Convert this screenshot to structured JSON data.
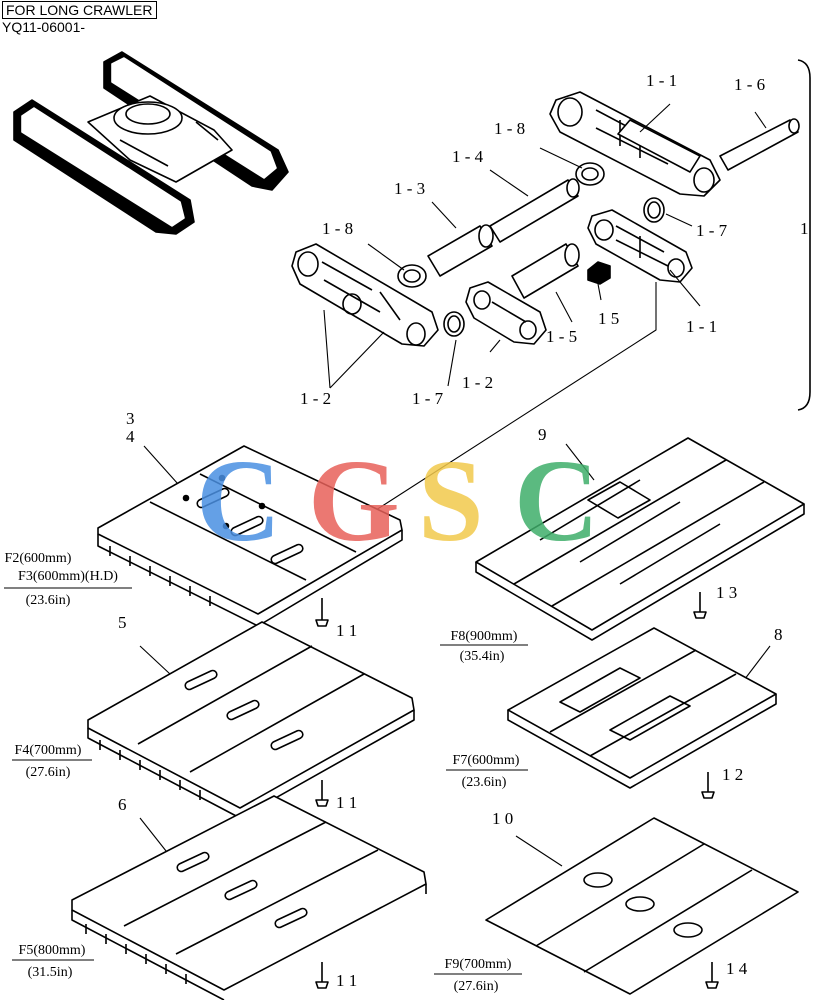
{
  "header": {
    "title": "FOR LONG CRAWLER",
    "code": "YQ11-06001-"
  },
  "watermark": {
    "letters": [
      "C",
      "G",
      "S",
      "C"
    ],
    "colors": [
      "#4a90e2",
      "#e8615a",
      "#f2c94c",
      "#3fae6a"
    ]
  },
  "callouts": {
    "c1_1_top": "1 - 1",
    "c1_6": "1 - 6",
    "c1_8_top": "1 - 8",
    "c1_4": "1 - 4",
    "c1_3": "1 - 3",
    "c1_8_left": "1 - 8",
    "c1_7_right": "1 - 7",
    "c1_group": "1",
    "c15": "1 5",
    "c1_1_bottom": "1 - 1",
    "c1_5": "1 - 5",
    "c1_2_mid": "1 - 2",
    "c1_2_left": "1 - 2",
    "c1_7_mid": "1 - 7",
    "c3": "3",
    "c4": "4",
    "c9": "9",
    "c5": "5",
    "c8": "8",
    "c6": "6",
    "c10": "1 0",
    "c11a": "1 1",
    "c11b": "1 1",
    "c11c": "1 1",
    "c12": "1 2",
    "c13": "1 3",
    "c14": "1 4"
  },
  "shoes": {
    "f2": "F2(600mm)",
    "f3": "F3(600mm)(H.D)",
    "f3_in": "(23.6in)",
    "f4": "F4(700mm)",
    "f4_in": "(27.6in)",
    "f5": "F5(800mm)",
    "f5_in": "(31.5in)",
    "f8": "F8(900mm)",
    "f8_in": "(35.4in)",
    "f7": "F7(600mm)",
    "f7_in": "(23.6in)",
    "f9": "F9(700mm)",
    "f9_in": "(27.6in)"
  }
}
